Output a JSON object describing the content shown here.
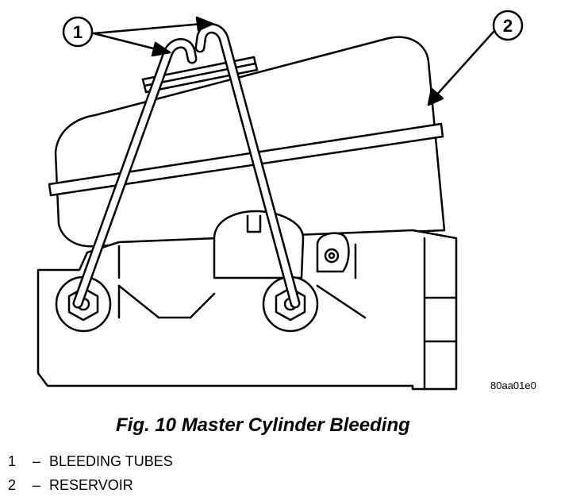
{
  "figure": {
    "caption": "Fig. 10 Master Cylinder Bleeding",
    "image_code": "80aa01e0",
    "callouts": [
      {
        "number": "1"
      },
      {
        "number": "2"
      }
    ]
  },
  "legend": [
    {
      "number": "1",
      "separator": "–",
      "text": "BLEEDING TUBES"
    },
    {
      "number": "2",
      "separator": "–",
      "text": "RESERVOIR"
    }
  ],
  "colors": {
    "line": "#000000",
    "background": "#ffffff"
  }
}
